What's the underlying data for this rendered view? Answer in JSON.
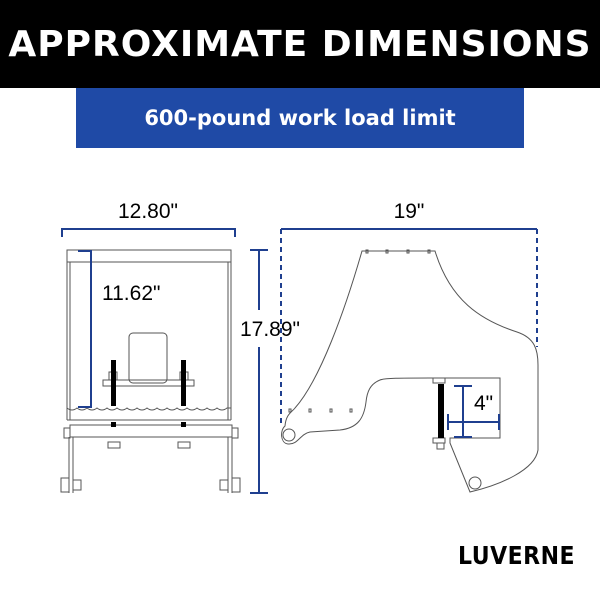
{
  "header": {
    "title": "APPROXIMATE DIMENSIONS"
  },
  "banner": {
    "text": "600-pound work load limit"
  },
  "dimensions": {
    "front_width": "12.80\"",
    "inner_height": "11.62\"",
    "overall_height": "17.89\"",
    "side_depth": "19\"",
    "receiver_opening": "4\""
  },
  "brand": {
    "logo": "LUVERNE"
  },
  "colors": {
    "header_bg": "#000000",
    "banner_bg": "#1f4aa6",
    "dimension_line": "#1f3f8f"
  }
}
